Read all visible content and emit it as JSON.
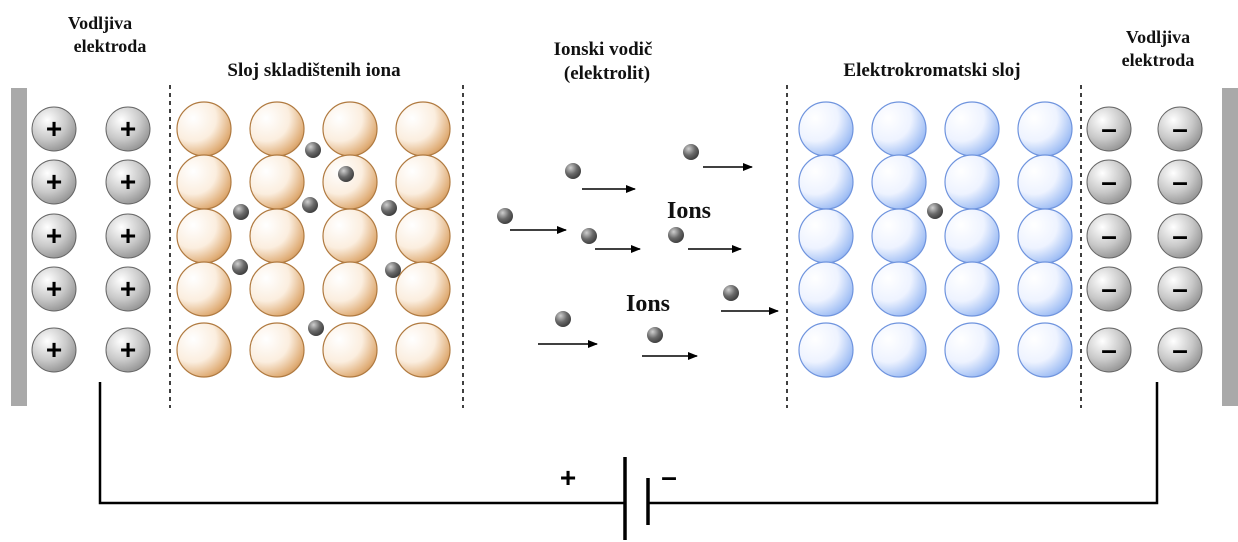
{
  "labels": {
    "left_electrode_line1": "Vodljiva",
    "left_electrode_line2": "elektroda",
    "ion_storage": "Sloj skladištenih iona",
    "conductor_line1": "Ionski vodič",
    "conductor_line2": "(elektrolit)",
    "electrochromic": "Elektrokromatski sloj",
    "right_electrode_line1": "Vodljiva",
    "right_electrode_line2": "elektroda",
    "ions_upper": "Ions",
    "ions_lower": "Ions",
    "battery_plus": "+",
    "battery_minus": "–"
  },
  "signs": {
    "positive": "+",
    "negative": "–"
  },
  "grid": {
    "rows": 5,
    "electrode_columns": 2,
    "layer_columns": 4
  },
  "colors": {
    "storage_ball": "#d9a36a",
    "chromic_ball": "#8fb4f2",
    "electrode_ball": "#a0a0a0",
    "electrode_plate": "#a9a9a9",
    "ion": "#505050",
    "wire": "#000000"
  }
}
